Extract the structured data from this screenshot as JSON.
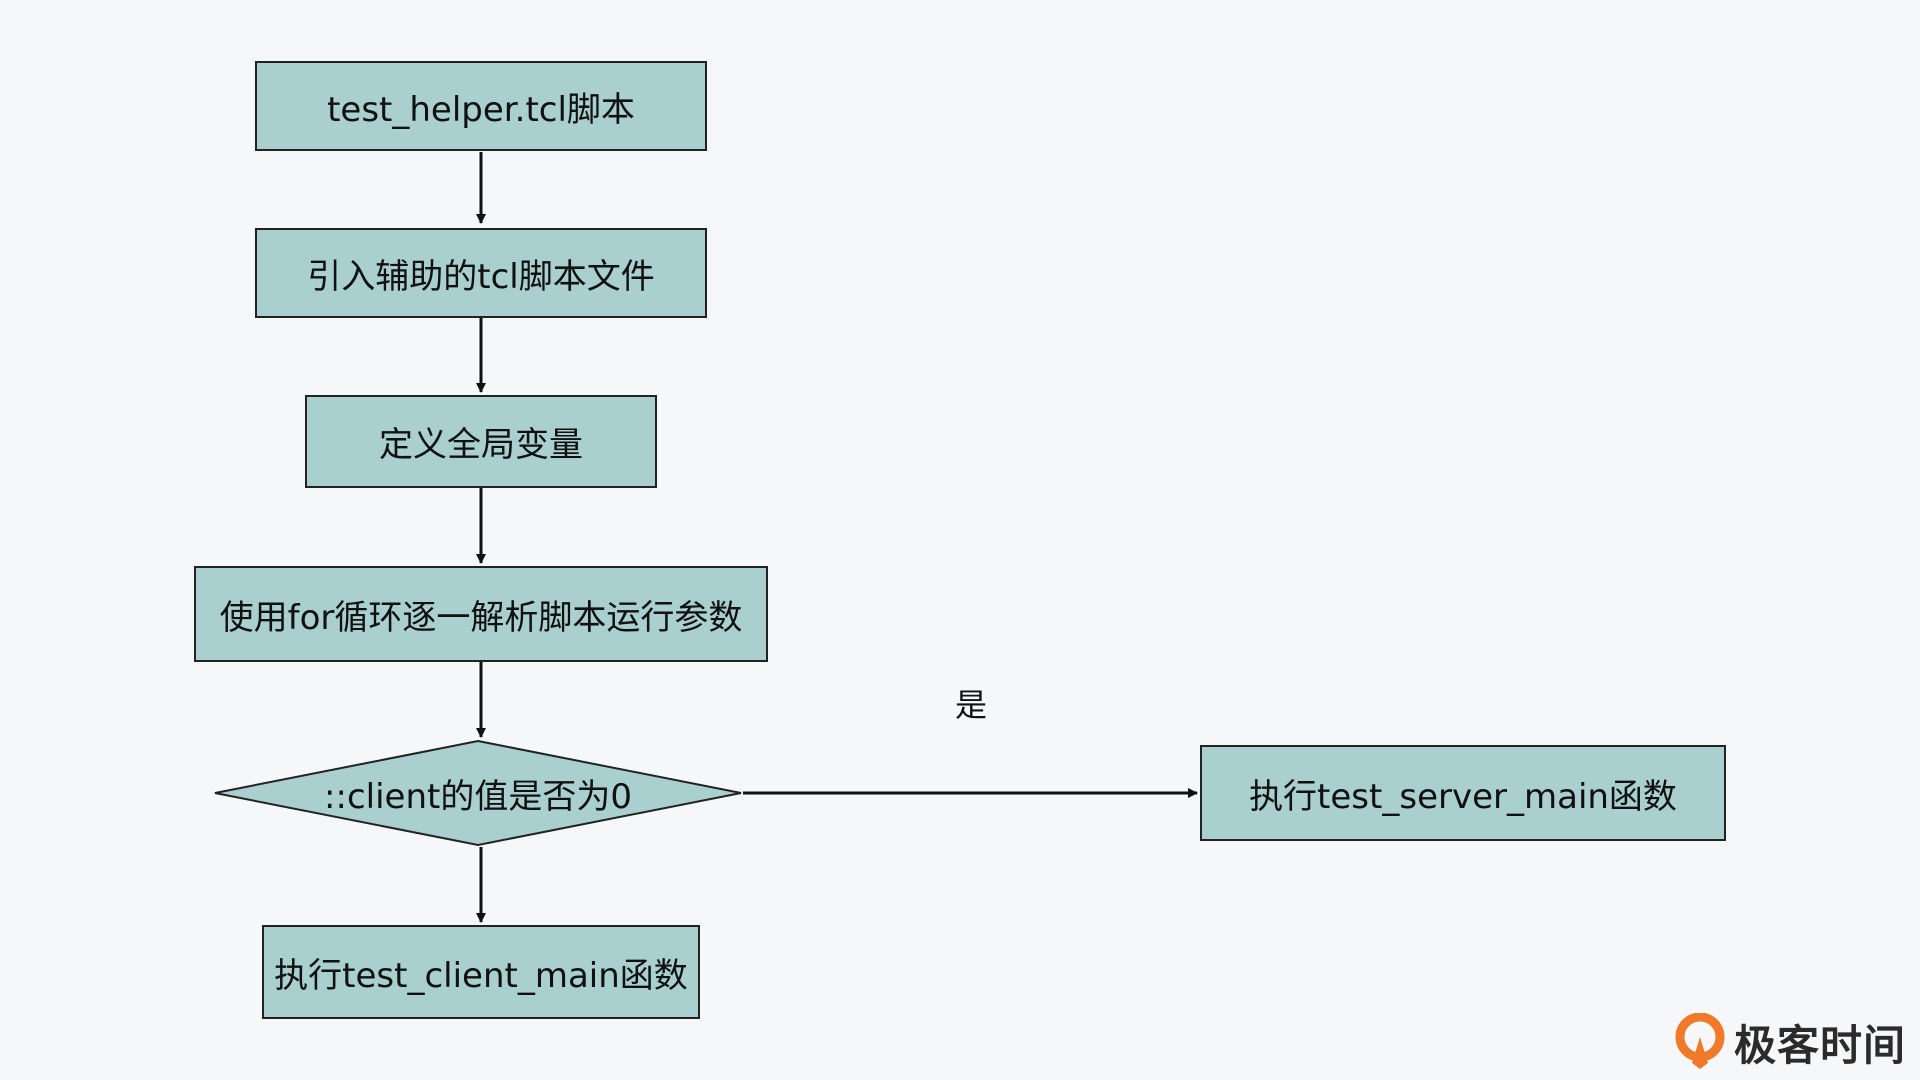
{
  "nodes": {
    "start": "test_helper.tcl脚本",
    "include": "引入辅助的tcl脚本文件",
    "globals": "定义全局变量",
    "parse": "使用for循环逐一解析脚本运行参数",
    "decision": "::client的值是否为0",
    "server": "执行test_server_main函数",
    "client": "执行test_client_main函数"
  },
  "edges": {
    "yes_label": "是"
  },
  "colors": {
    "node_fill": "#a9cfce",
    "border": "#222222",
    "background": "#f5f7f9",
    "logo_orange": "#f07a2a"
  },
  "logo": {
    "text": "极客时间",
    "icon": "geektime-logo-icon"
  }
}
